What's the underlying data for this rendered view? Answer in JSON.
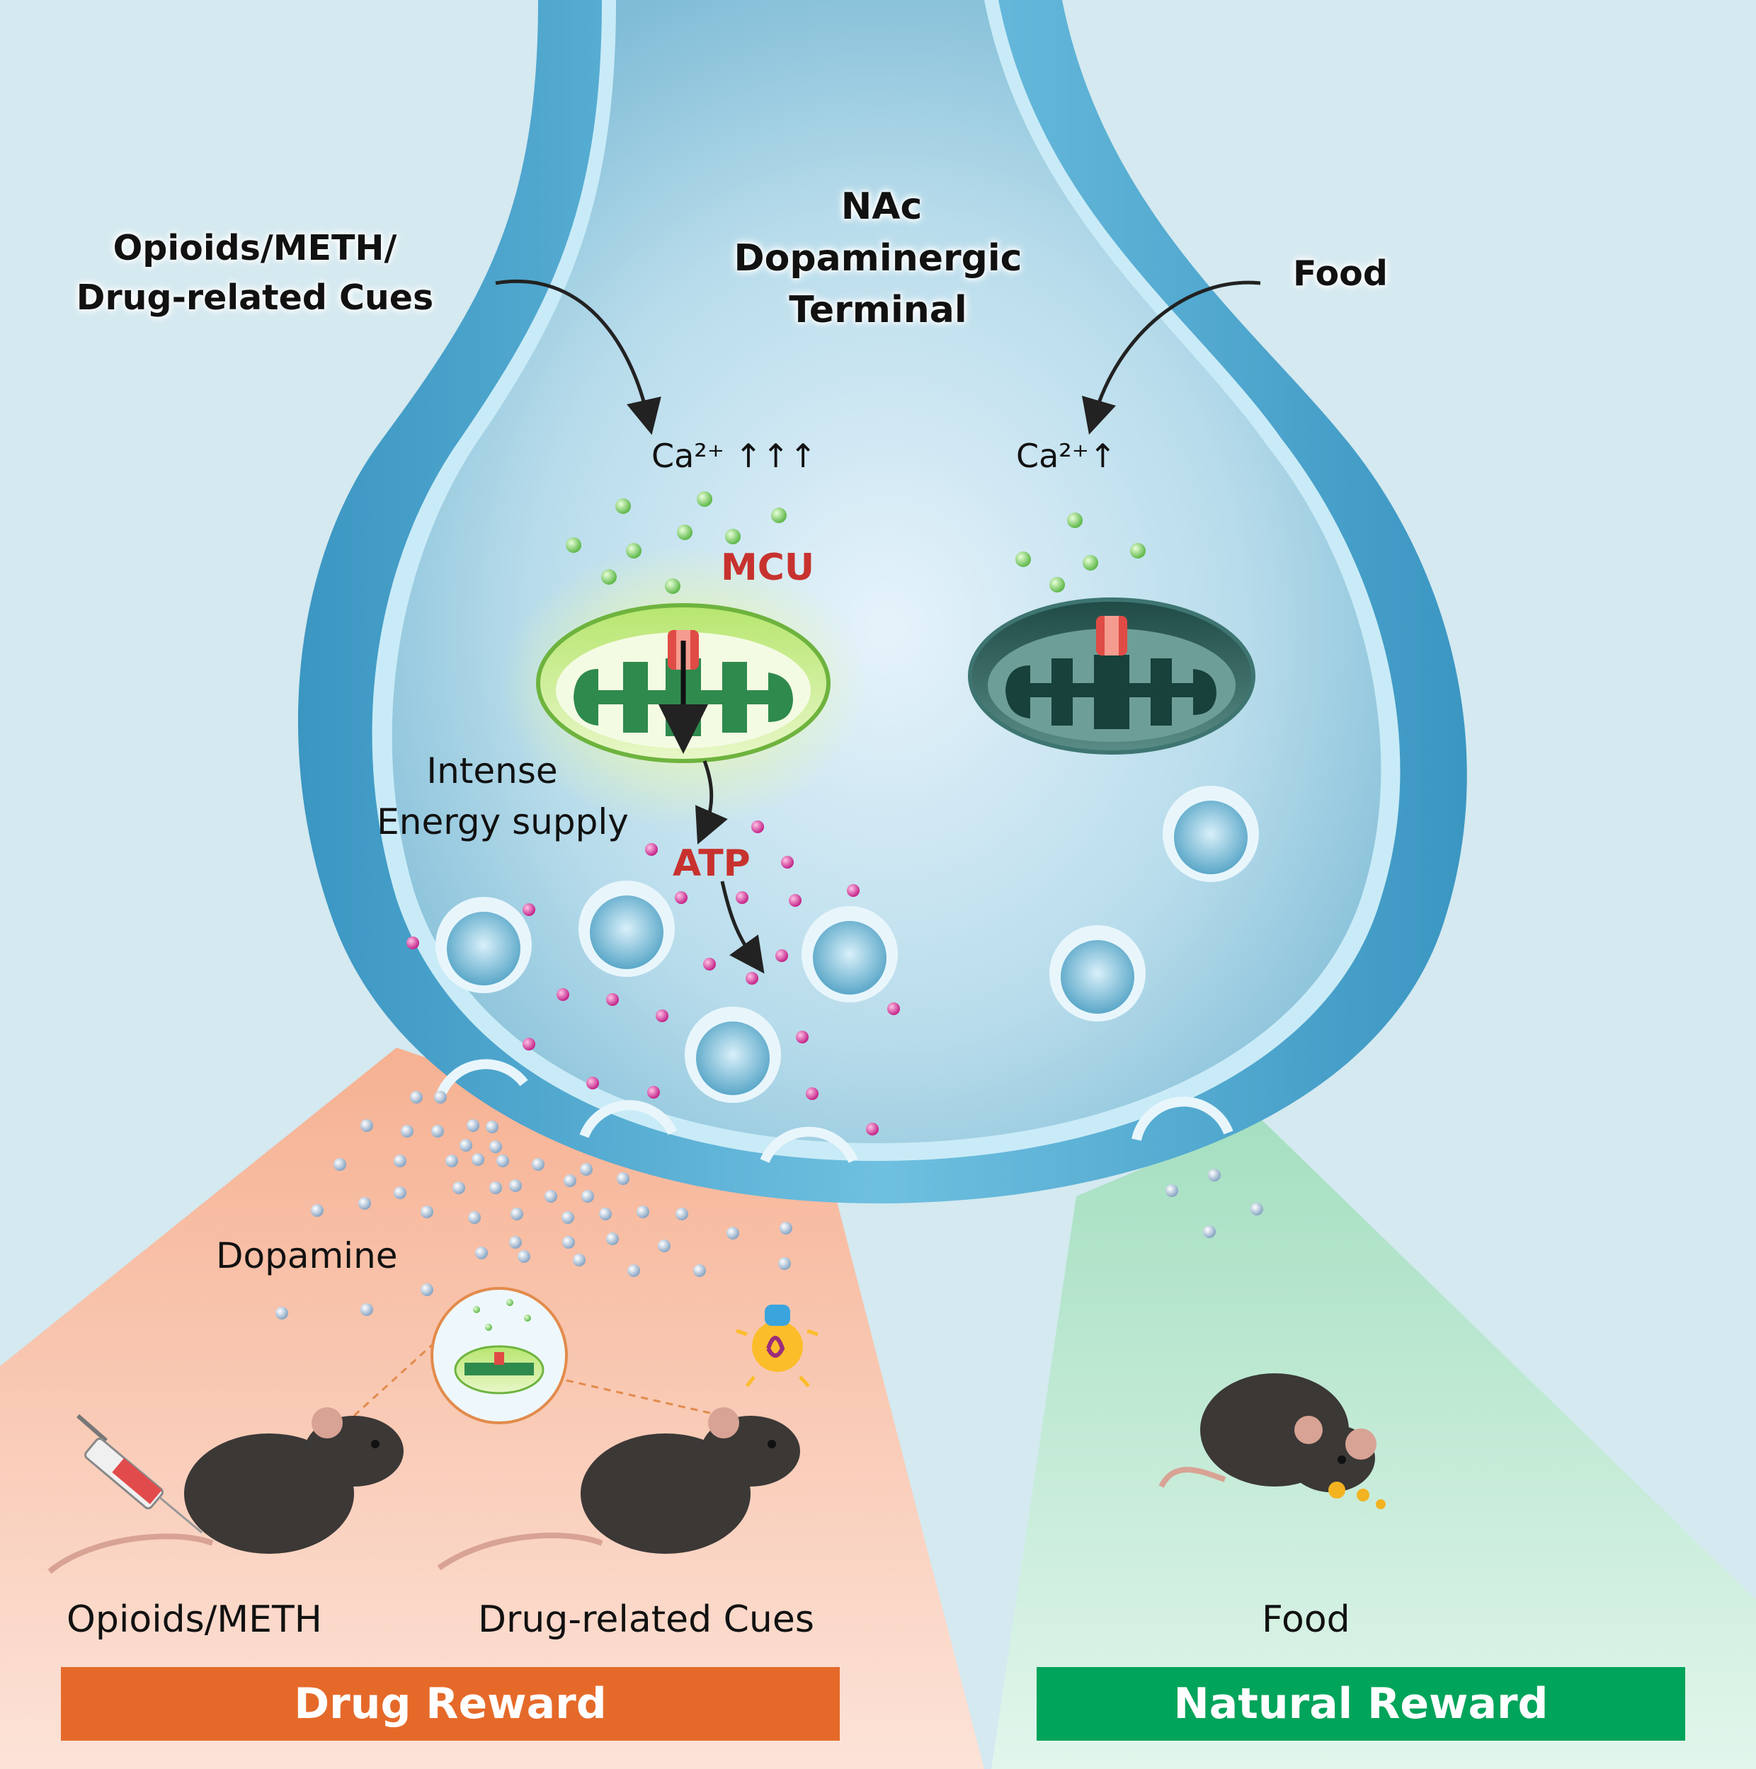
{
  "header": {
    "terminal_label": [
      "NAc",
      "Dopaminergic",
      "Terminal"
    ]
  },
  "left_input": {
    "label": [
      "Opioids/METH/",
      "Drug-related Cues"
    ],
    "calcium": "Ca²⁺ ↑↑↑"
  },
  "right_input": {
    "label": "Food",
    "calcium": "Ca²⁺↑"
  },
  "mitochondria": {
    "channel_label": "MCU",
    "energy_label": [
      "Intense",
      "Energy supply"
    ],
    "atp_label": "ATP"
  },
  "release": {
    "neurotransmitter_label": "Dopamine"
  },
  "bottom": {
    "drug_stimulus_1": "Opioids/METH",
    "drug_stimulus_2": "Drug-related Cues",
    "natural_stimulus": "Food",
    "drug_banner": "Drug Reward",
    "natural_banner": "Natural Reward"
  },
  "colors": {
    "background": "#d4e9f0",
    "membrane": "#3f9fc6",
    "label_accent": "#c8322e",
    "drug_panel": "#f7c2a8",
    "drug_banner": "#e56a2a",
    "natural_panel": "#b9e6cf",
    "natural_banner": "#00a45a",
    "calcium_ion": "#7fcf6a",
    "atp_ion": "#d6339a",
    "dopamine_ion": "#8aa6c4"
  }
}
